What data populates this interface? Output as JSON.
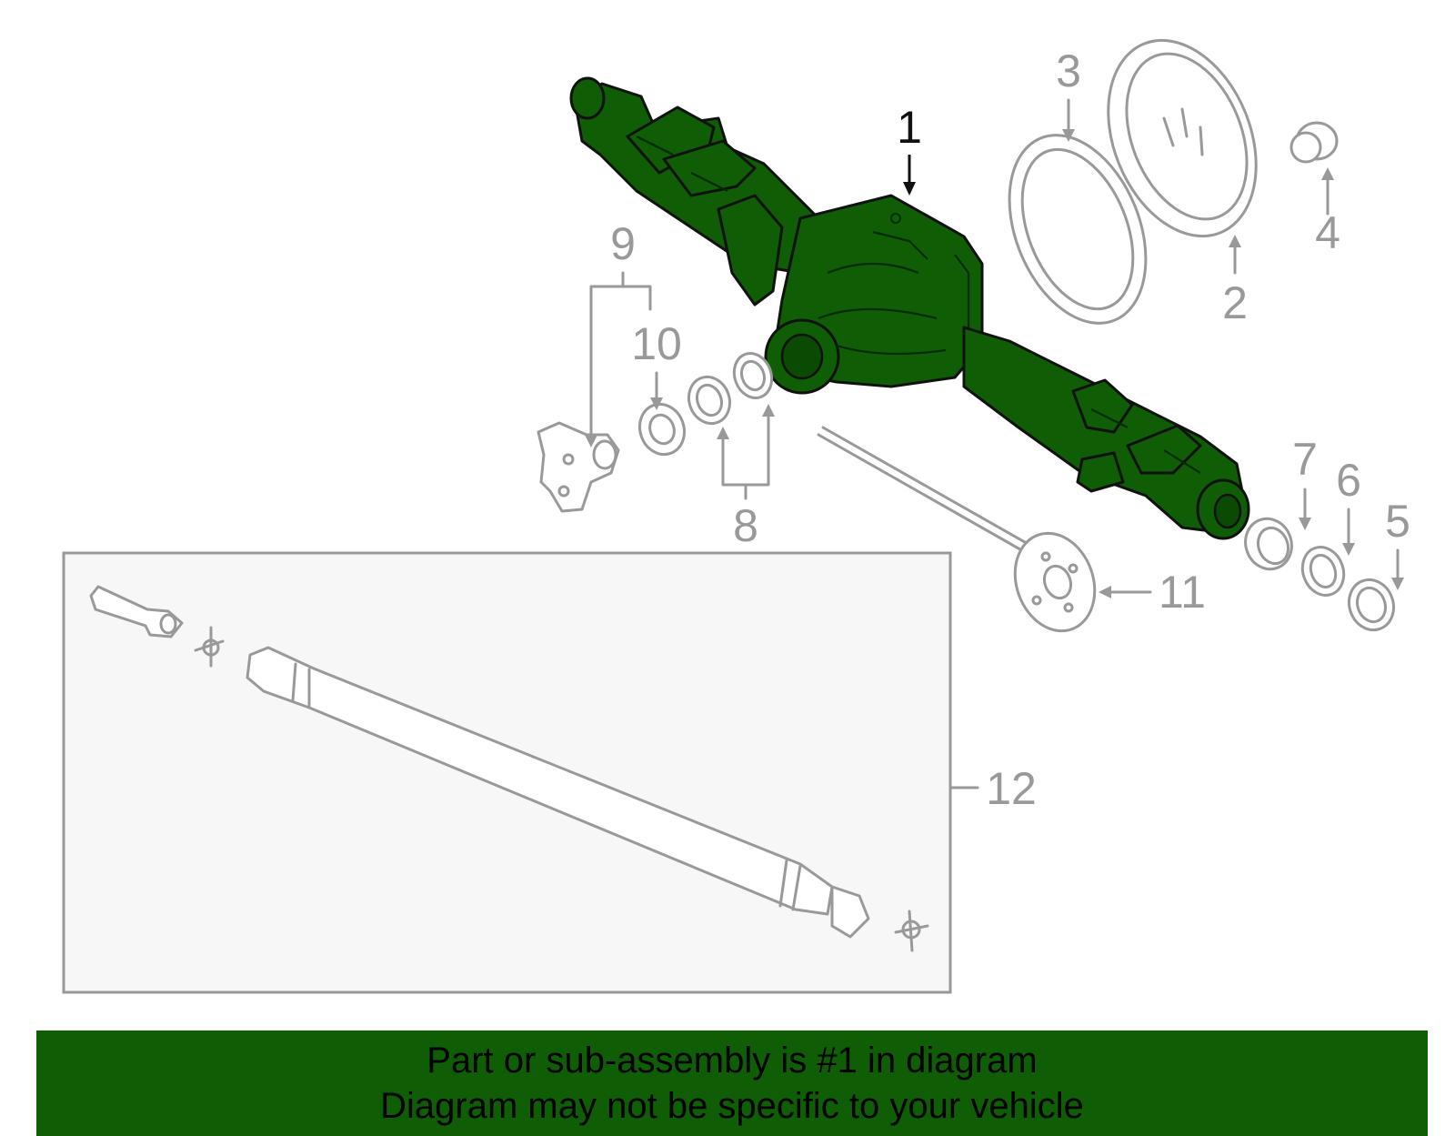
{
  "callouts": {
    "c1": "1",
    "c2": "2",
    "c3": "3",
    "c4": "4",
    "c5": "5",
    "c6": "6",
    "c7": "7",
    "c8": "8",
    "c9": "9",
    "c10": "10",
    "c11": "11",
    "c12": "12"
  },
  "banner": {
    "line1": "Part or sub-assembly is #1 in diagram",
    "line2": "Diagram may not be specific to your vehicle"
  },
  "colors": {
    "highlight": "#0f5e05",
    "outline_gray": "#999999",
    "inset_background": "#f7f7f7"
  }
}
